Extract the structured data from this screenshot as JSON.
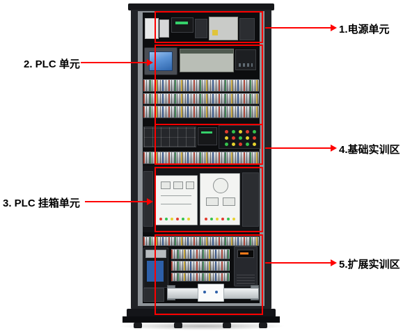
{
  "figure": {
    "annotation_color": "#ff0000",
    "labels": [
      {
        "text": "1.电源单元"
      },
      {
        "text": "2. PLC 单元"
      },
      {
        "text": "3. PLC 挂箱单元"
      },
      {
        "text": "4.基础实训区"
      },
      {
        "text": "5.扩展实训区"
      }
    ]
  }
}
